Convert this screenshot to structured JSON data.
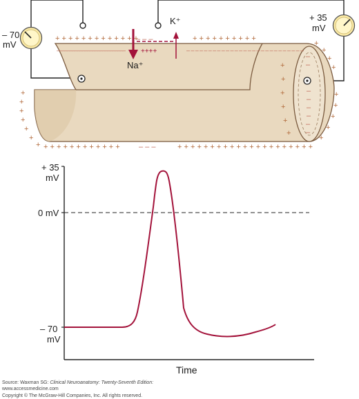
{
  "diagram": {
    "left_meter": {
      "value": "– 70",
      "unit": "mV"
    },
    "right_meter": {
      "value": "+ 35",
      "unit": "mV"
    },
    "na_label": "Na⁺",
    "k_label": "K⁺",
    "inner_plus": "++++",
    "minus_top": "– – – – – – – – – – – – – – – – – – – – – – – – – – –",
    "minus_short": "– – –",
    "minus_bottom": "– – –",
    "plus_top_left": "+ + + + + + + + + + + + +",
    "plus_top_right": "+ + + + + + + + + +",
    "plus_bottom_left": "+ + + + + + + + + + + +",
    "plus_bottom_right": "+ + + + + + + + + + + + + + + + + + + + +",
    "plus_vertical": "+",
    "minus_vertical": "–"
  },
  "graph": {
    "y_top": "+ 35",
    "y_top_unit": "mV",
    "y_zero": "0 mV",
    "y_bottom": "– 70",
    "y_bottom_unit": "mV",
    "xlabel": "Time",
    "colors": {
      "trace": "#a3123a",
      "membrane": "#e9d9bf",
      "axon_line": "#7a5a3e"
    }
  },
  "source": {
    "line1": "Source: Waxman SG: ",
    "line1_italic": "Clinical Neuroanatomy: Twenty-Seventh Edition:",
    "line2": "www.accessmedicine.com",
    "line3": "Copyright © The McGraw-Hill Companies, Inc. All rights reserved."
  }
}
